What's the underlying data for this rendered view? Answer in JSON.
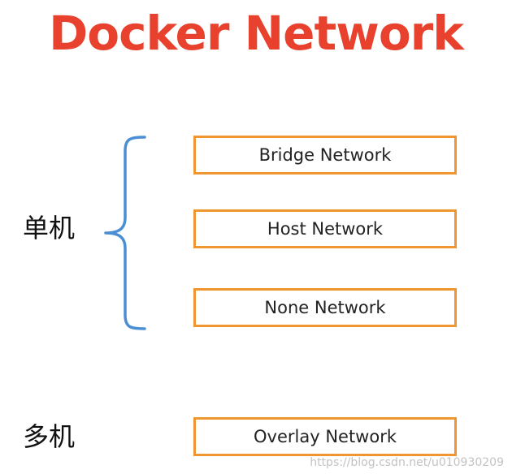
{
  "title": "Docker Network",
  "groups": {
    "single": {
      "label": "单机",
      "networks": [
        "Bridge Network",
        "Host Network",
        "None Network"
      ]
    },
    "multi": {
      "label": "多机",
      "networks": [
        "Overlay Network"
      ]
    }
  },
  "watermark": "https://blog.csdn.net/u010930209",
  "colors": {
    "title": "#e8412d",
    "box_border": "#f0962e",
    "brace": "#4a8fd4",
    "text": "#222222"
  }
}
